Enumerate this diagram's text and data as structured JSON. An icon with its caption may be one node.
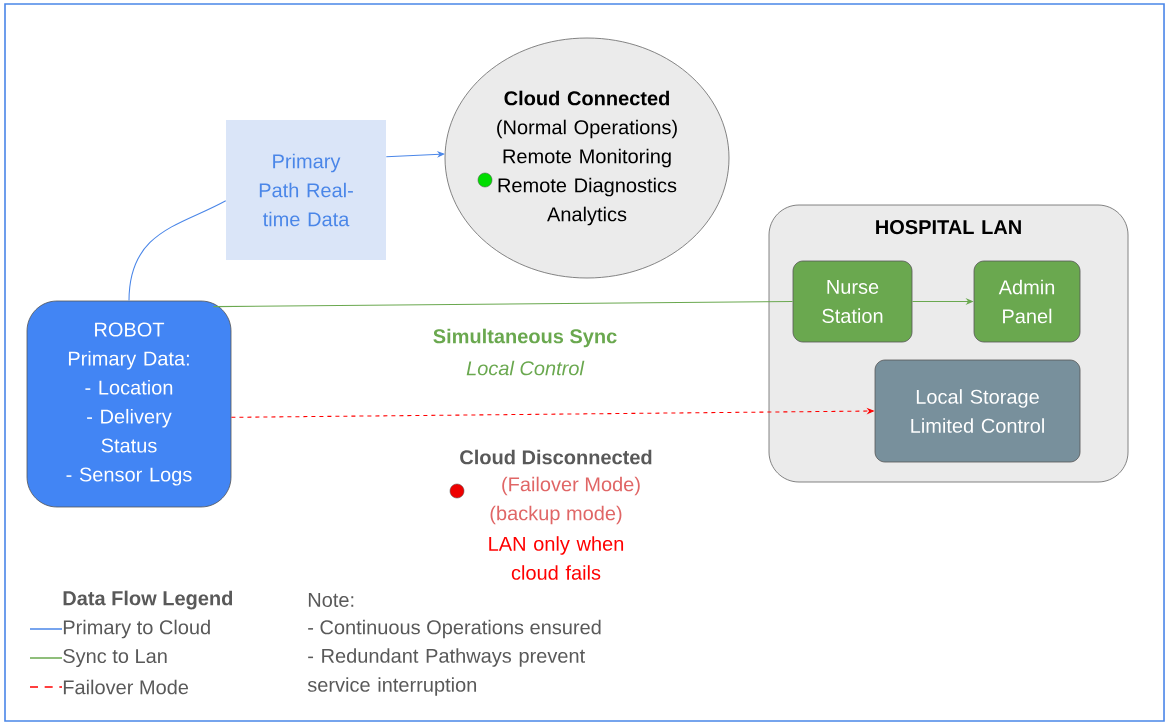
{
  "diagram": {
    "nodes": [
      {
        "text": [
          "ROBOT",
          "Primary Data:",
          "- Location",
          "- Delivery Status",
          "- Sensor Logs"
        ]
      },
      {
        "text": [
          "Primary Path Real-time Data"
        ]
      },
      {
        "text": [
          "Cloud Connected",
          "(Normal Operations)",
          "Remote Monitoring",
          "Remote Diagnostics",
          "Analytics"
        ]
      },
      {
        "text": [
          "HOSPITAL LAN"
        ]
      },
      {
        "text": [
          "Nurse Station"
        ],
        "in": 3
      },
      {
        "text": [
          "Admin Panel"
        ],
        "in": 3
      },
      {
        "text": [
          "Local Storage Limited Control"
        ],
        "in": 3
      }
    ],
    "edges": [
      {
        "from": 0,
        "to": 1,
        "arrow": "none",
        "color": "#4a86e8"
      },
      {
        "from": 1,
        "to": 2,
        "arrow": "to",
        "color": "#4a86e8"
      },
      {
        "from": 0,
        "to": 4,
        "arrow": "none",
        "color": "#6aa84f"
      },
      {
        "from": 4,
        "to": 5,
        "arrow": "to",
        "color": "#6aa84f"
      },
      {
        "from": 0,
        "to": 6,
        "arrow": "to",
        "style": "dashed",
        "color": "#ff0000"
      }
    ],
    "labels": [
      "Simultaneous Sync",
      "Local Control",
      "Cloud Disconnected",
      "(Failover Mode)",
      "(backup mode)",
      "LAN only when cloud fails",
      "Data Flow Legend",
      "Note:",
      "- Continuous Operations ensured",
      "- Redundant Pathways prevent service interruption"
    ],
    "legend": [
      {
        "text": "Primary to Cloud"
      },
      {
        "text": "Sync to Lan"
      },
      {
        "text": "Failover Mode"
      }
    ]
  }
}
